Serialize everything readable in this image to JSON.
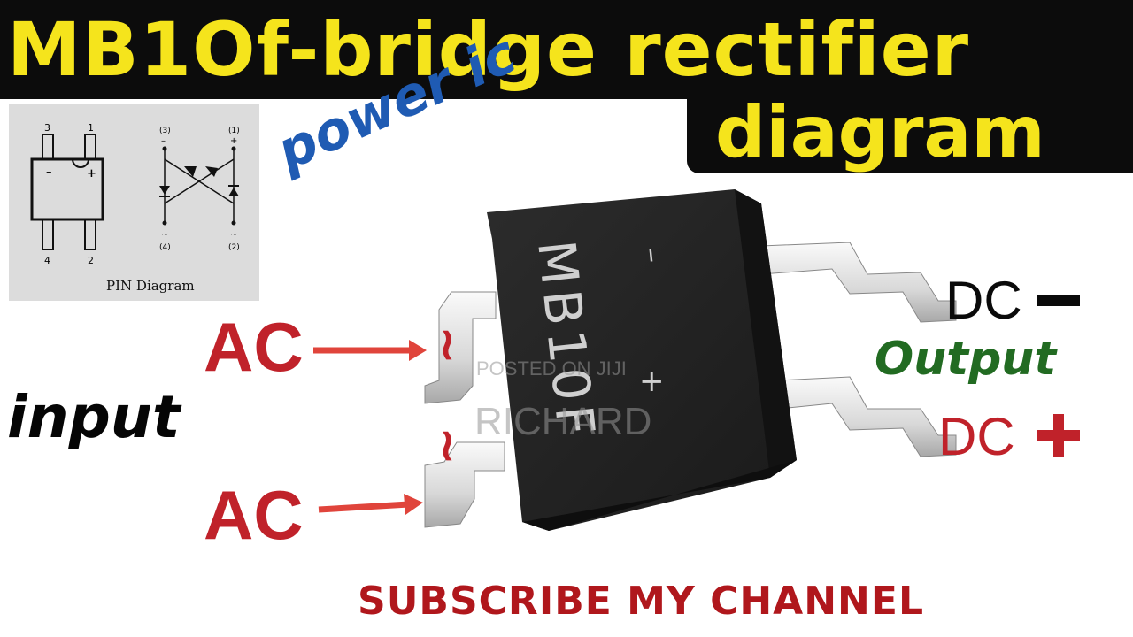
{
  "header": {
    "title_line1": "MB1Of-bridge rectifier",
    "title_line2": "diagram"
  },
  "pin_diagram": {
    "caption": "PIN Diagram",
    "package_pins": [
      "3",
      "1",
      "4",
      "2"
    ],
    "package_polarity_minus": "–",
    "package_polarity_plus": "+",
    "schematic_labels": [
      "(3)",
      "(1)",
      "(4)",
      "(2)"
    ],
    "schematic_minus": "–",
    "schematic_plus": "+",
    "schematic_tilde": "~"
  },
  "chip": {
    "marking": "MB10F",
    "minus_mark": "–",
    "plus_mark": "+"
  },
  "labels": {
    "power_ic": "power ic",
    "ac_top": "AC",
    "ac_bottom": "AC",
    "tilde": "~",
    "input": "input",
    "dc_minus": "DC",
    "output": "Output",
    "dc_plus": "DC"
  },
  "footer": {
    "subscribe": "SUBSCRIBE MY CHANNEL"
  },
  "watermark": {
    "line1": "POSTED ON JIJI",
    "line2": "RICHARD"
  },
  "colors": {
    "title_yellow": "#f5e41c",
    "ac_red": "#c0222a",
    "output_green": "#226b22",
    "power_blue": "#1f5bb3",
    "chip_black": "#222222"
  }
}
